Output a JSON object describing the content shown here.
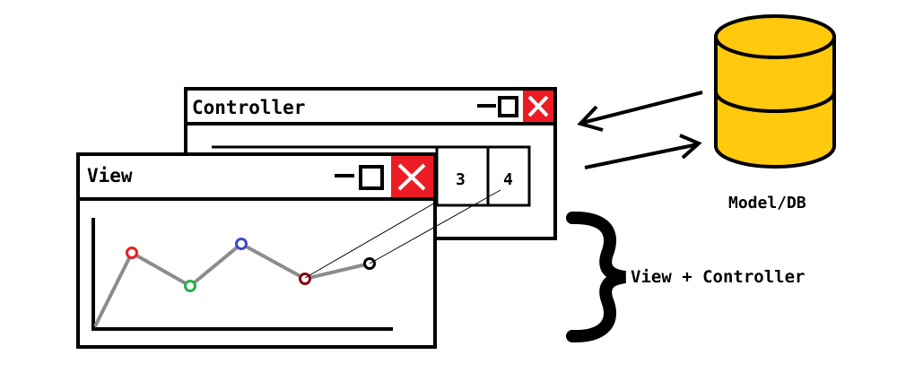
{
  "controller_window": {
    "title": "Controller",
    "cells": [
      "3",
      "4"
    ],
    "close_color": "#ED1C24",
    "icons": [
      "minimize-icon",
      "maximize-icon",
      "close-icon"
    ]
  },
  "view_window": {
    "title": "View",
    "close_color": "#ED1C24",
    "icons": [
      "minimize-icon",
      "maximize-icon",
      "close-icon"
    ],
    "chart": {
      "line_color": "#8C8C8C",
      "point_colors": [
        "#ED1C24",
        "#22B14C",
        "#3F48CC",
        "#880015",
        "#000000"
      ]
    }
  },
  "model": {
    "label": "Model/DB",
    "fill_color": "#FFC90E"
  },
  "brace_label": "View + Controller"
}
